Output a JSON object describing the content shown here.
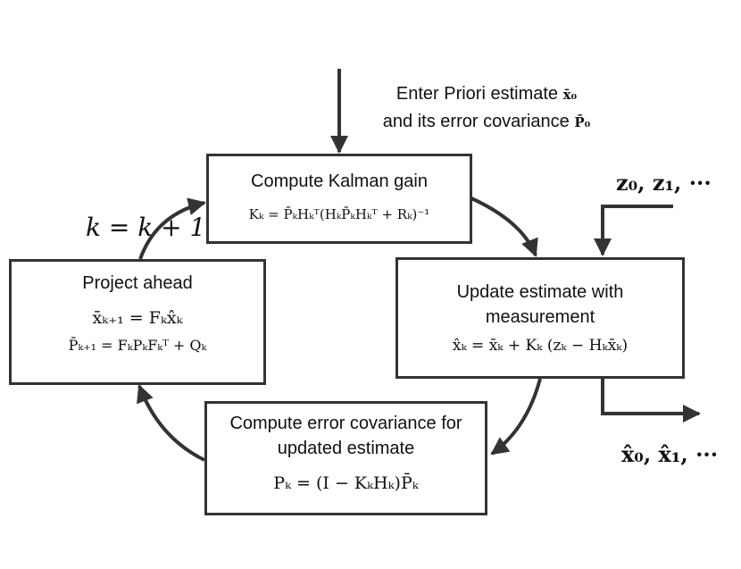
{
  "entry": {
    "line1": "Enter Priori estimate",
    "line1_symbol": "x̄₀",
    "line2": "and its error covariance",
    "line2_symbol": "P̄₀"
  },
  "boxes": {
    "gain": {
      "title": "Compute Kalman gain",
      "formula": "Kₖ = P̄ₖHₖᵀ(HₖP̄ₖHₖᵀ + Rₖ)⁻¹"
    },
    "update": {
      "title_line1": "Update estimate with",
      "title_line2": "measurement",
      "formula": "x̂ₖ = x̄ₖ + Kₖ (zₖ − Hₖx̄ₖ)"
    },
    "covariance": {
      "title_line1": "Compute error covariance for",
      "title_line2": "updated estimate",
      "formula": "Pₖ = (I − KₖHₖ)P̄ₖ"
    },
    "project": {
      "title": "Project ahead",
      "formula1": "x̄ₖ₊₁ = Fₖx̂ₖ",
      "formula2": "P̄ₖ₊₁ = FₖPₖFₖᵀ + Qₖ"
    }
  },
  "labels": {
    "iteration": "k = k + 1",
    "measurements": "z₀, z₁, ···",
    "estimates": "x̂₀, x̂₁, ···"
  }
}
